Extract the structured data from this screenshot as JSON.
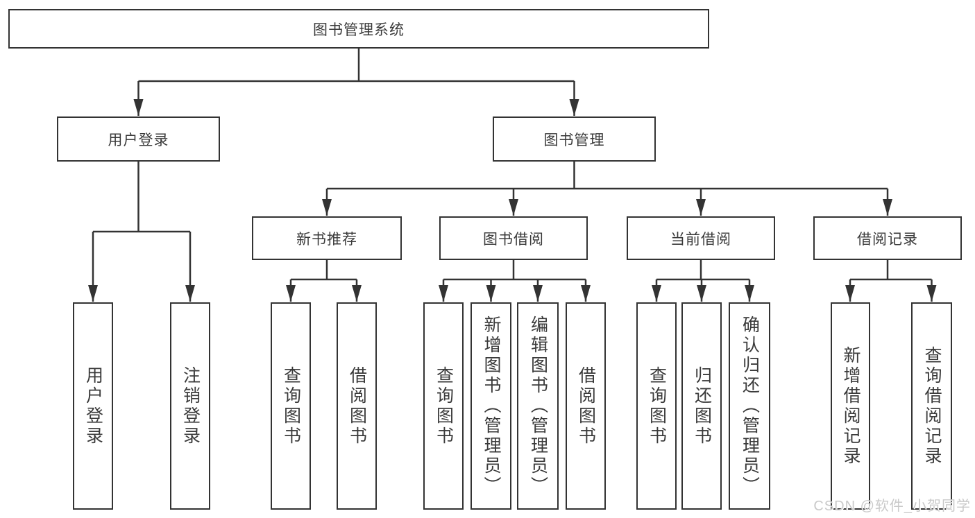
{
  "diagram": {
    "root": {
      "label": "图书管理系统"
    },
    "branches": [
      {
        "label": "用户登录",
        "children": [
          {
            "label": "用户登录"
          },
          {
            "label": "注销登录"
          }
        ]
      },
      {
        "label": "图书管理",
        "children": [
          {
            "label": "新书推荐",
            "children": [
              {
                "label": "查询图书"
              },
              {
                "label": "借阅图书"
              }
            ]
          },
          {
            "label": "图书借阅",
            "children": [
              {
                "label": "查询图书"
              },
              {
                "label": "新增图书（管理员）"
              },
              {
                "label": "编辑图书（管理员）"
              },
              {
                "label": "借阅图书"
              }
            ]
          },
          {
            "label": "当前借阅",
            "children": [
              {
                "label": "查询图书"
              },
              {
                "label": "归还图书"
              },
              {
                "label": "确认归还（管理员）"
              }
            ]
          },
          {
            "label": "借阅记录",
            "children": [
              {
                "label": "新增借阅记录"
              },
              {
                "label": "查询借阅记录"
              }
            ]
          }
        ]
      }
    ]
  },
  "watermark": {
    "text": "CSDN @软件_小贺同学"
  },
  "colors": {
    "line": "#333333",
    "box_border": "#333333",
    "box_fill": "#ffffff",
    "text": "#3a3a3a",
    "watermark": "#c9c9c9"
  }
}
